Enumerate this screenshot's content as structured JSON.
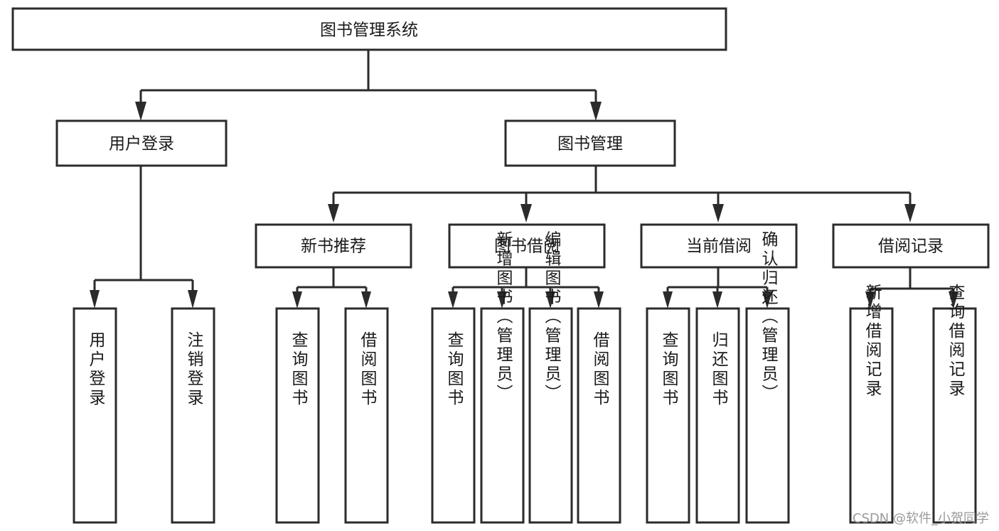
{
  "diagram": {
    "type": "tree-hierarchy",
    "title": "图书管理系统",
    "orientation": "top-down",
    "colors": {
      "box_stroke": "#2b2b2b",
      "box_fill": "#ffffff",
      "connector": "#2b2b2b",
      "text": "#1a1a1a",
      "watermark": "#9a9a9a",
      "background": "#ffffff"
    },
    "root": {
      "id": "root",
      "label": "图书管理系统"
    },
    "level2": [
      {
        "id": "user-login",
        "label": "用户登录"
      },
      {
        "id": "book-management",
        "label": "图书管理"
      }
    ],
    "level3": [
      {
        "id": "new-book-recommend",
        "label": "新书推荐",
        "parent": "book-management"
      },
      {
        "id": "book-borrow",
        "label": "图书借阅",
        "parent": "book-management"
      },
      {
        "id": "current-borrow",
        "label": "当前借阅",
        "parent": "book-management"
      },
      {
        "id": "borrow-record",
        "label": "借阅记录",
        "parent": "book-management"
      }
    ],
    "leaves": {
      "user-login": [
        {
          "id": "leaf-user-login",
          "label": "用户登录"
        },
        {
          "id": "leaf-user-logout",
          "label": "注销登录"
        }
      ],
      "new-book-recommend": [
        {
          "id": "leaf-query-book-1",
          "label": "查询图书"
        },
        {
          "id": "leaf-borrow-book-1",
          "label": "借阅图书"
        }
      ],
      "book-borrow": [
        {
          "id": "leaf-query-book-2",
          "label": "查询图书"
        },
        {
          "id": "leaf-add-book",
          "label": "新增图书（管理员）"
        },
        {
          "id": "leaf-edit-book",
          "label": "编辑图书（管理员）"
        },
        {
          "id": "leaf-borrow-book-2",
          "label": "借阅图书"
        }
      ],
      "current-borrow": [
        {
          "id": "leaf-query-book-3",
          "label": "查询图书"
        },
        {
          "id": "leaf-return-book",
          "label": "归还图书"
        },
        {
          "id": "leaf-confirm-return",
          "label": "确认归还（管理员）"
        }
      ],
      "borrow-record": [
        {
          "id": "leaf-add-record",
          "label": "新增借阅记录"
        },
        {
          "id": "leaf-query-record",
          "label": "查询借阅记录"
        }
      ]
    }
  },
  "watermark": {
    "text": "CSDN @软件_小贺同学"
  }
}
